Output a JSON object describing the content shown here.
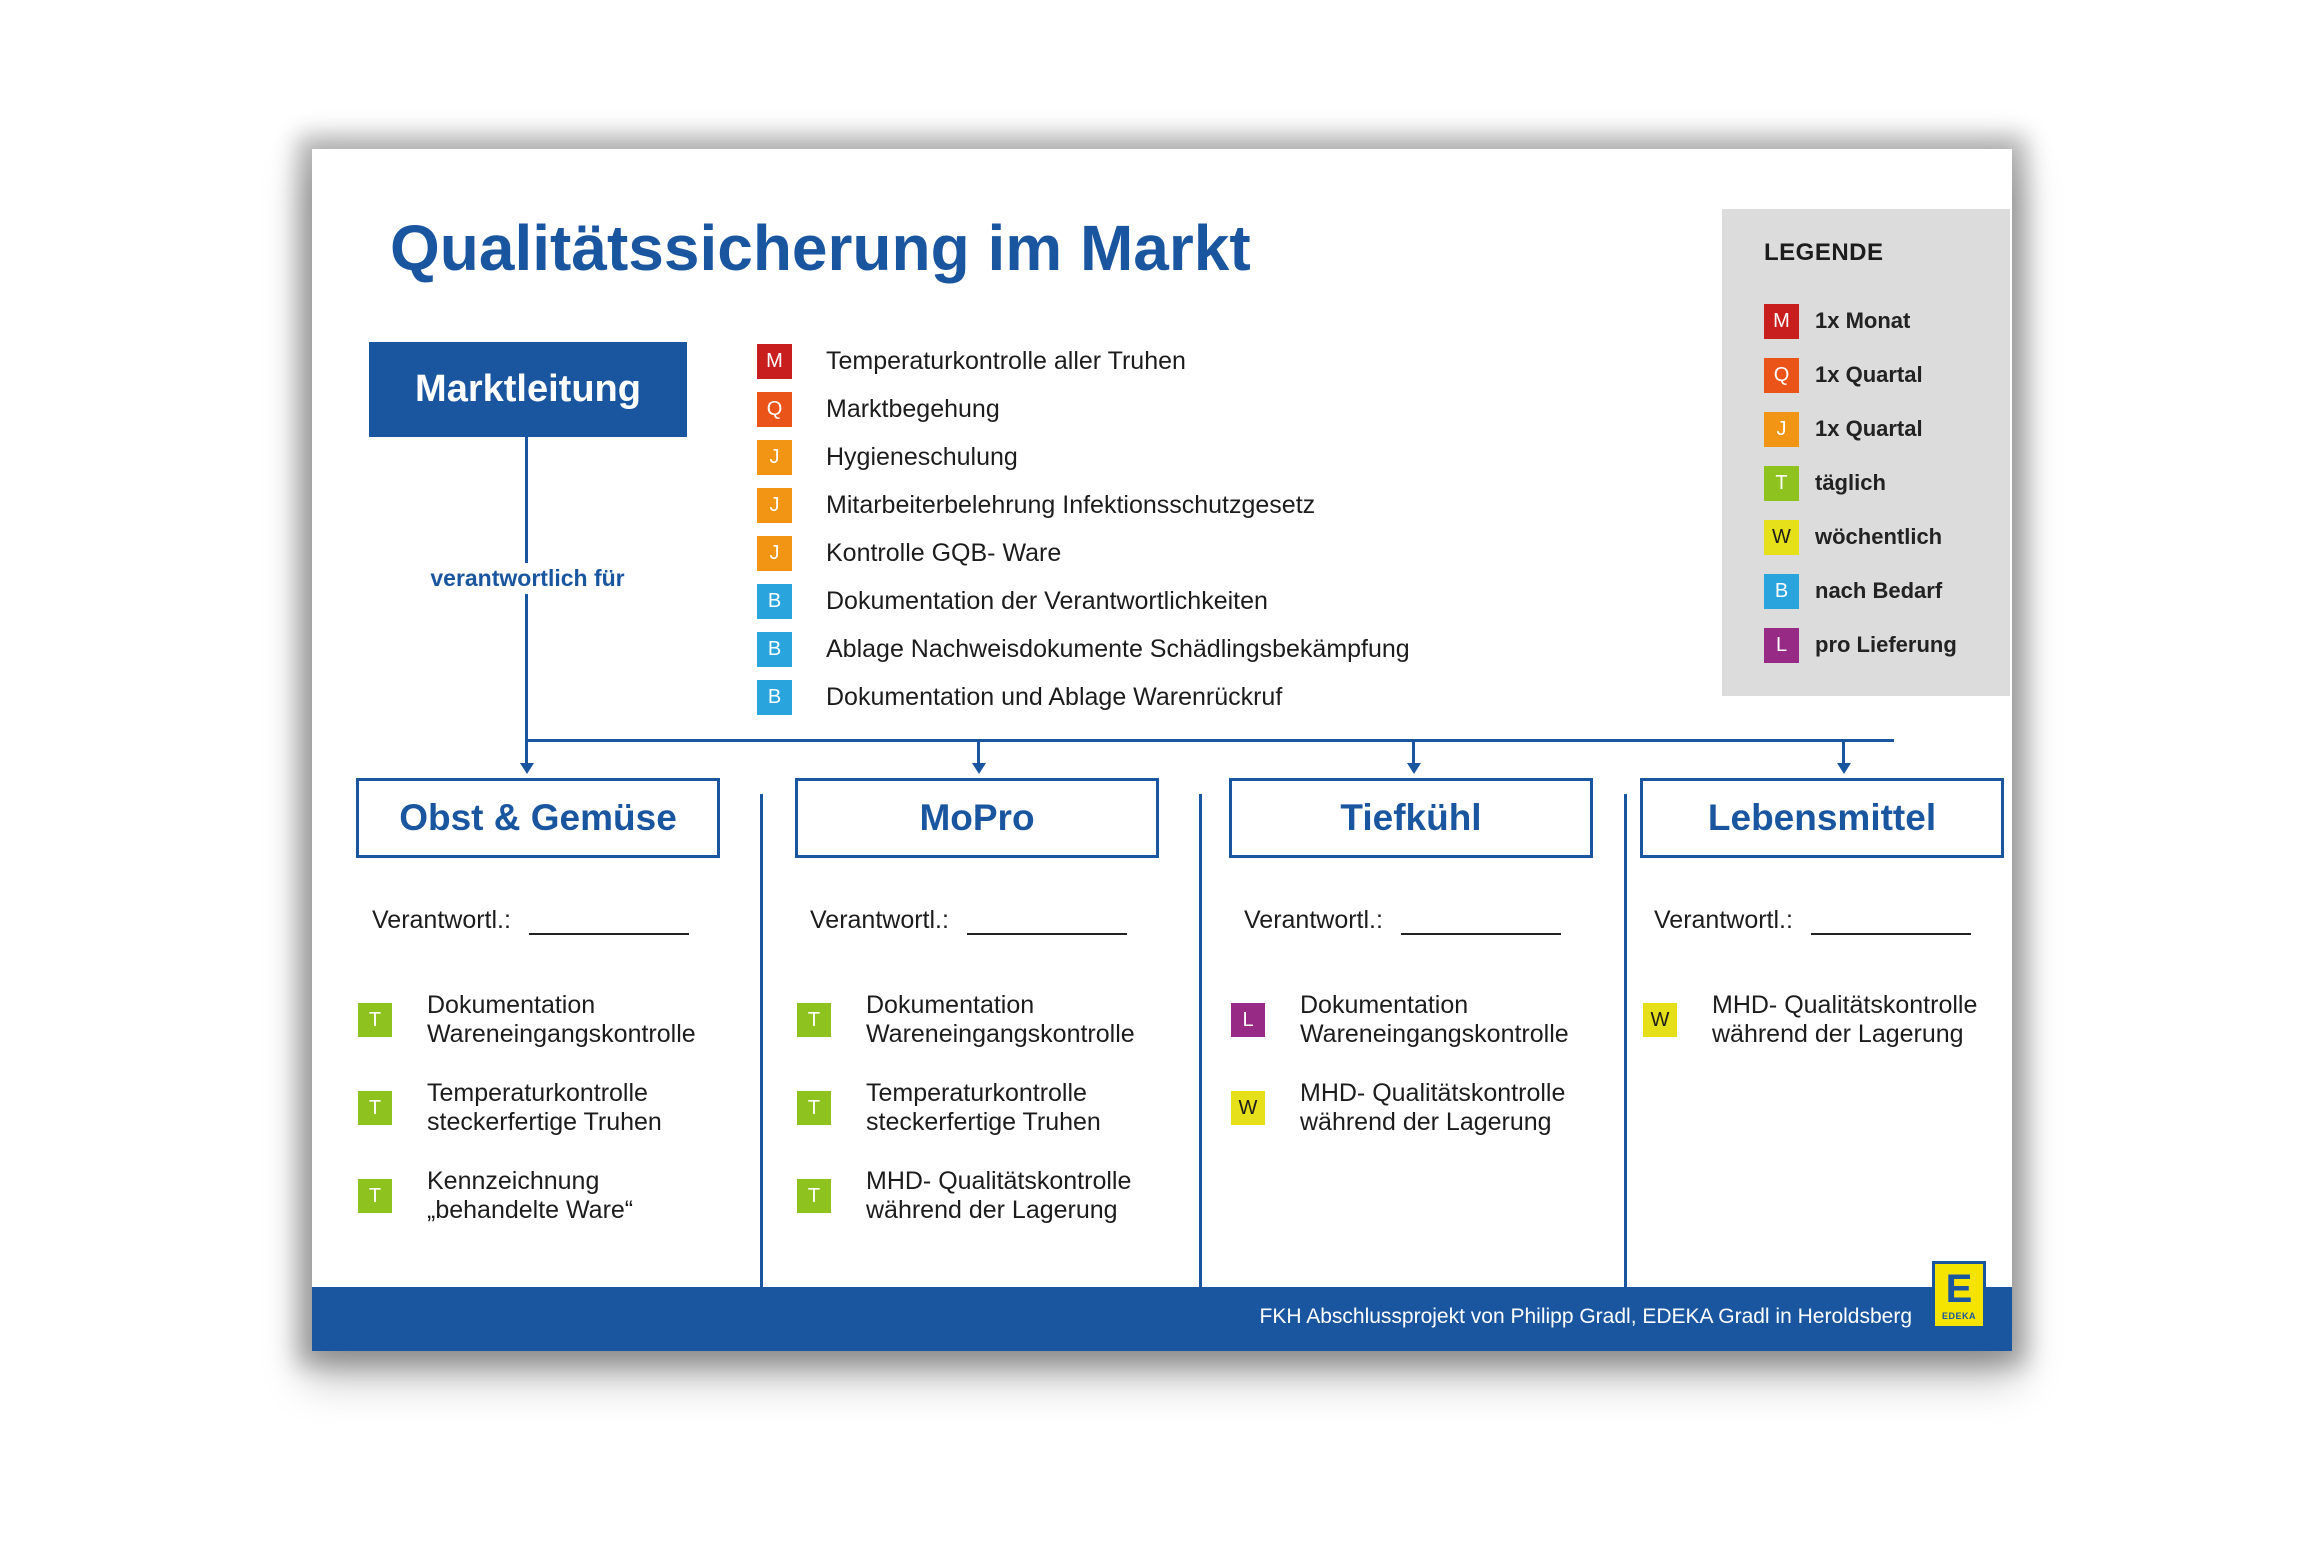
{
  "title": "Qualitätssicherung im Markt",
  "colors": {
    "brand_blue": "#1a56a0",
    "M": "#c81e1e",
    "Q": "#ea5418",
    "J": "#f39514",
    "T": "#8dc21f",
    "W": "#e6e01a",
    "B": "#29a4dd",
    "L": "#962a85"
  },
  "management": {
    "label": "Marktleitung",
    "responsible_label": "verantwortlich für"
  },
  "management_tasks": [
    {
      "code": "M",
      "text": "Temperaturkontrolle aller Truhen"
    },
    {
      "code": "Q",
      "text": "Marktbegehung"
    },
    {
      "code": "J",
      "text": "Hygieneschulung"
    },
    {
      "code": "J",
      "text": "Mitarbeiterbelehrung Infektionsschutzgesetz"
    },
    {
      "code": "J",
      "text": "Kontrolle GQB- Ware"
    },
    {
      "code": "B",
      "text": "Dokumentation der Verantwortlichkeiten"
    },
    {
      "code": "B",
      "text": "Ablage Nachweisdokumente Schädlingsbekämpfung"
    },
    {
      "code": "B",
      "text": "Dokumentation und Ablage Warenrückruf"
    }
  ],
  "legend": {
    "title": "LEGENDE",
    "items": [
      {
        "code": "M",
        "text": "1x Monat"
      },
      {
        "code": "Q",
        "text": "1x Quartal"
      },
      {
        "code": "J",
        "text": "1x Quartal"
      },
      {
        "code": "T",
        "text": "täglich"
      },
      {
        "code": "W",
        "text": "wöchentlich"
      },
      {
        "code": "B",
        "text": "nach Bedarf"
      },
      {
        "code": "L",
        "text": "pro Lieferung"
      }
    ]
  },
  "verant_label": "Verantwortl.:",
  "departments": [
    {
      "name": "Obst & Gemüse",
      "items": [
        {
          "code": "T",
          "line1": "Dokumentation",
          "line2": "Wareneingangskontrolle"
        },
        {
          "code": "T",
          "line1": "Temperaturkontrolle",
          "line2": "steckerfertige Truhen"
        },
        {
          "code": "T",
          "line1": "Kennzeichnung",
          "line2": "„behandelte Ware“"
        }
      ]
    },
    {
      "name": "MoPro",
      "items": [
        {
          "code": "T",
          "line1": "Dokumentation",
          "line2": "Wareneingangskontrolle"
        },
        {
          "code": "T",
          "line1": "Temperaturkontrolle",
          "line2": "steckerfertige Truhen"
        },
        {
          "code": "T",
          "line1": "MHD- Qualitätskontrolle",
          "line2": "während der Lagerung"
        }
      ]
    },
    {
      "name": "Tiefkühl",
      "items": [
        {
          "code": "L",
          "line1": "Dokumentation",
          "line2": "Wareneingangskontrolle"
        },
        {
          "code": "W",
          "line1": "MHD- Qualitätskontrolle",
          "line2": "während der Lagerung"
        }
      ]
    },
    {
      "name": "Lebensmittel",
      "items": [
        {
          "code": "W",
          "line1": "MHD- Qualitätskontrolle",
          "line2": "während der Lagerung"
        }
      ]
    }
  ],
  "footer": {
    "text": "FKH Abschlussprojekt von Philipp Gradl, EDEKA Gradl in Heroldsberg",
    "logo_text": "EDEKA",
    "logo_letter": "E"
  }
}
